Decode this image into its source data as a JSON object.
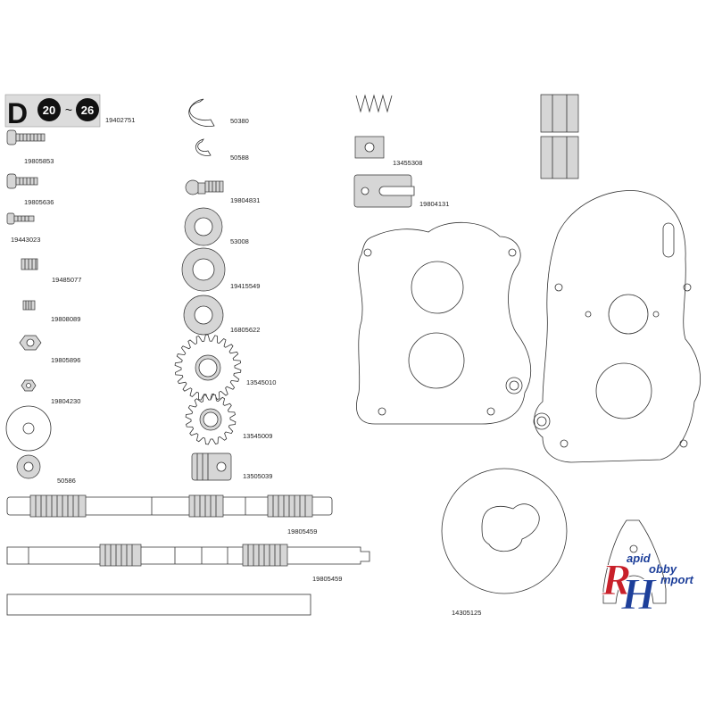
{
  "header": {
    "letter": "D",
    "from": "20",
    "tilde": "~",
    "to": "26"
  },
  "parts": [
    {
      "id": "p1",
      "number": "19402751"
    },
    {
      "id": "p2",
      "number": "19805853"
    },
    {
      "id": "p3",
      "number": "19805636"
    },
    {
      "id": "p4",
      "number": "19443023"
    },
    {
      "id": "p5",
      "number": "19485077"
    },
    {
      "id": "p6",
      "number": "19808089"
    },
    {
      "id": "p7",
      "number": "19805896"
    },
    {
      "id": "p8",
      "number": "19804230"
    },
    {
      "id": "p9",
      "number": "50586"
    },
    {
      "id": "p10",
      "number": "50380"
    },
    {
      "id": "p11",
      "number": "50588"
    },
    {
      "id": "p12",
      "number": "19804831"
    },
    {
      "id": "p13",
      "number": "53008"
    },
    {
      "id": "p14",
      "number": "19415549"
    },
    {
      "id": "p15",
      "number": "16805622"
    },
    {
      "id": "p16",
      "number": "13545010"
    },
    {
      "id": "p17",
      "number": "13545009"
    },
    {
      "id": "p18",
      "number": "13505039"
    },
    {
      "id": "p19",
      "number": "19805459"
    },
    {
      "id": "p20",
      "number": "19805459"
    },
    {
      "id": "p21",
      "number": "13455308"
    },
    {
      "id": "p22",
      "number": "19804131"
    },
    {
      "id": "p23",
      "number": "14305125"
    }
  ],
  "logo": {
    "r": "R",
    "h": "H",
    "word1": "apid",
    "word2": "obby",
    "word3": "mport"
  },
  "colors": {
    "logo_red": "#c8202a",
    "logo_blue": "#1d3f9a",
    "header_fill": "#dcdcdc"
  }
}
